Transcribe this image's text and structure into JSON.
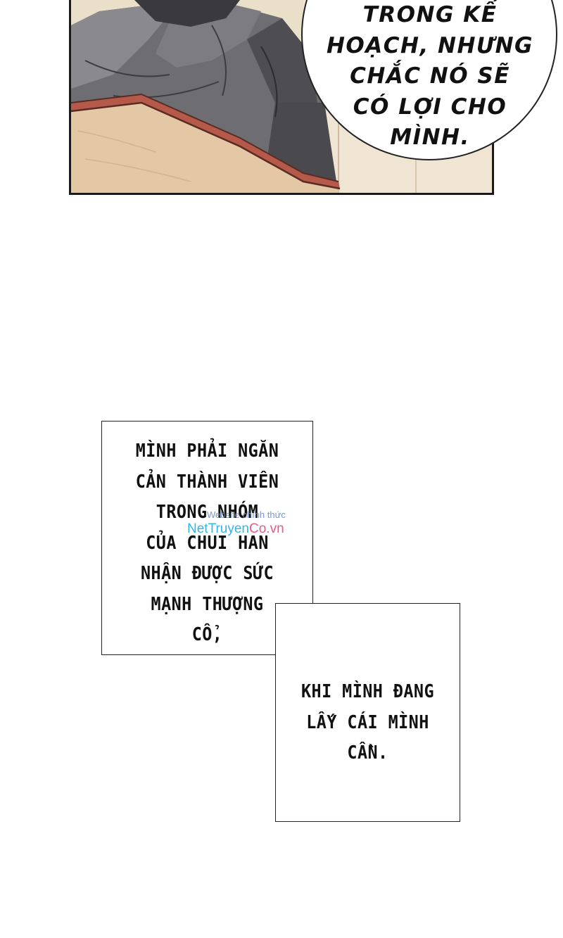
{
  "speech_bubble": {
    "lines": [
      "TRONG KẾ",
      "HOẠCH, NHƯNG",
      "CHẮC NÓ SẼ",
      "CÓ LỢI CHO",
      "MÌNH."
    ]
  },
  "narration_1": {
    "lines": [
      "MÌNH PHẢI NGĂN",
      "CẢN THÀNH VIÊN",
      "TRONG NHÓM",
      "CỦA CHUI HAN",
      "NHẬN ĐƯỢC SỨC",
      "MẠNH THƯỢNG",
      "CỔ,"
    ]
  },
  "narration_2": {
    "lines": [
      "KHI MÌNH ĐANG",
      "LẤY CÁI MÌNH",
      "CẦN."
    ]
  },
  "watermark": {
    "caption": "Website chính thức",
    "logo_part_a": "NetTruyen",
    "logo_part_b": "Co.vn"
  },
  "colors": {
    "panel_background": "#e9dcc4",
    "cloth_gray": "#6e6e72",
    "wood_red": "#b55a4a",
    "watermark_blue": "#2fb7e8",
    "watermark_pink": "#e45a8e"
  }
}
